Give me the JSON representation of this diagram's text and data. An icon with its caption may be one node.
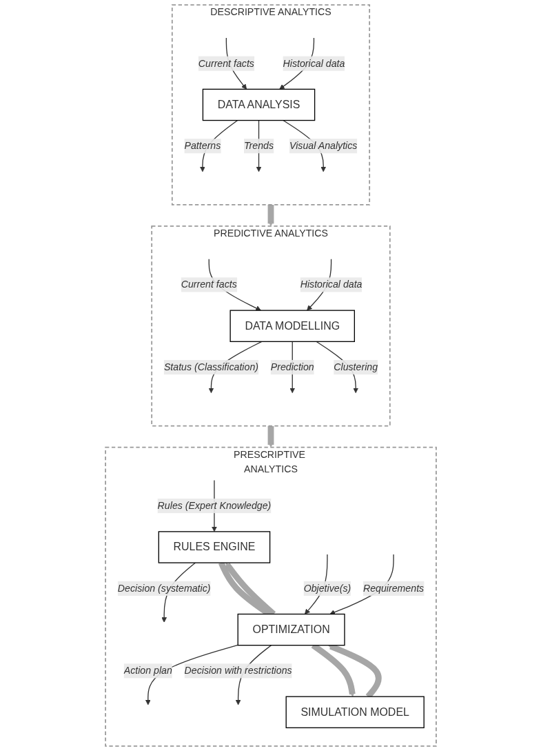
{
  "diagram": {
    "nodes": [
      {
        "text": [
          "DESCRIPTIVE ANALYTICS"
        ]
      },
      {
        "text": [
          "DATA ANALYSIS"
        ],
        "in": 0
      },
      {
        "text": [
          "PREDICTIVE ANALYTICS"
        ]
      },
      {
        "text": [
          "DATA MODELLING"
        ],
        "in": 2
      },
      {
        "text": [
          "PRESCRIPTIVE ANALYTICS"
        ]
      },
      {
        "text": [
          "RULES ENGINE"
        ],
        "in": 4
      },
      {
        "text": [
          "OPTIMIZATION"
        ],
        "in": 4
      },
      {
        "text": [
          "SIMULATION MODEL"
        ],
        "in": 4
      }
    ],
    "edges": [
      {
        "from": null,
        "to": 1,
        "arrow": "to",
        "label": "Current facts"
      },
      {
        "from": null,
        "to": 1,
        "arrow": "to",
        "label": "Historical data"
      },
      {
        "from": 1,
        "to": null,
        "arrow": "to",
        "label": "Patterns"
      },
      {
        "from": 1,
        "to": null,
        "arrow": "to",
        "label": "Trends"
      },
      {
        "from": 1,
        "to": null,
        "arrow": "to",
        "label": "Visual Analytics"
      },
      {
        "from": 0,
        "to": 2,
        "arrow": "to",
        "style": "thick",
        "color": "#a6a6a6"
      },
      {
        "from": null,
        "to": 3,
        "arrow": "to",
        "label": "Current facts"
      },
      {
        "from": null,
        "to": 3,
        "arrow": "to",
        "label": "Historical data"
      },
      {
        "from": 3,
        "to": null,
        "arrow": "to",
        "label": "Status (Classification)"
      },
      {
        "from": 3,
        "to": null,
        "arrow": "to",
        "label": "Prediction"
      },
      {
        "from": 3,
        "to": null,
        "arrow": "to",
        "label": "Clustering"
      },
      {
        "from": 2,
        "to": 4,
        "arrow": "to",
        "style": "thick",
        "color": "#a6a6a6"
      },
      {
        "from": null,
        "to": 5,
        "arrow": "to",
        "label": "Rules (Expert Knowledge)"
      },
      {
        "from": 5,
        "to": null,
        "arrow": "to",
        "label": "Decision (systematic)"
      },
      {
        "from": 5,
        "to": 6,
        "arrow": "to",
        "style": "thick",
        "color": "#a6a6a6"
      },
      {
        "from": 6,
        "to": 5,
        "arrow": "to",
        "style": "thick",
        "color": "#a6a6a6"
      },
      {
        "from": null,
        "to": 6,
        "arrow": "to",
        "label": "Objetive(s)"
      },
      {
        "from": null,
        "to": 6,
        "arrow": "to",
        "label": "Requirements"
      },
      {
        "from": 6,
        "to": null,
        "arrow": "to",
        "label": "Action plan"
      },
      {
        "from": 6,
        "to": null,
        "arrow": "to",
        "label": "Decision with restrictions"
      },
      {
        "from": 6,
        "to": 7,
        "arrow": "to",
        "style": "thick",
        "color": "#a6a6a6"
      },
      {
        "from": 7,
        "to": 6,
        "arrow": "to",
        "style": "thick",
        "color": "#a6a6a6"
      }
    ]
  }
}
